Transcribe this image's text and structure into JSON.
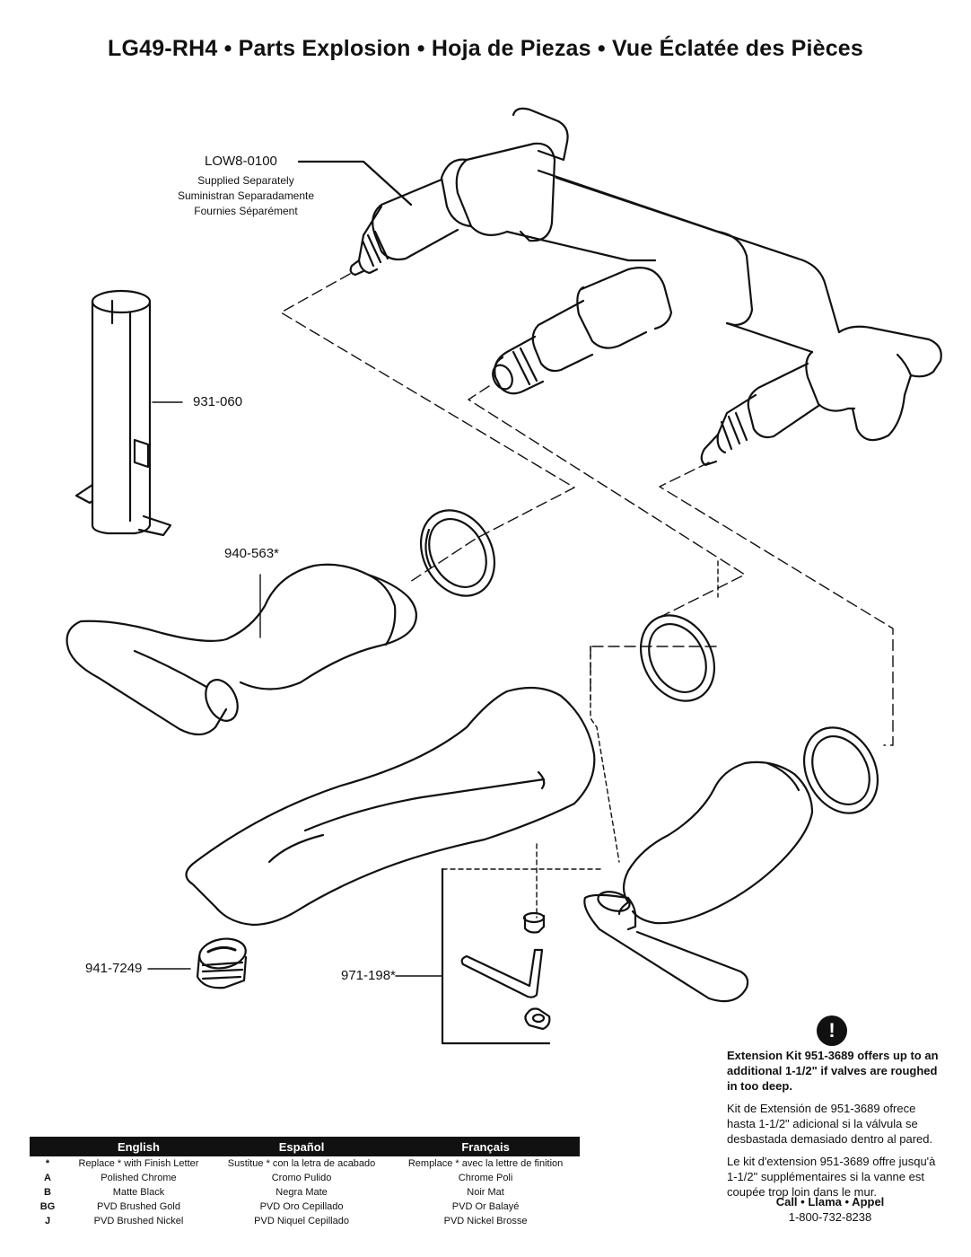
{
  "title": "LG49-RH4 • Parts Explosion • Hoja de Piezas • Vue Éclatée des Pièces",
  "labels": {
    "valve": {
      "part": "LOW8-0100",
      "supplied_en": "Supplied Separately",
      "supplied_es": "Suministran Separadamente",
      "supplied_fr": "Fournies Séparément"
    },
    "extension_tube": "931-060",
    "handle": "940-563*",
    "aerator": "941-7249",
    "setscrew_kit": "971-198*"
  },
  "warning": {
    "icon": "exclamation-icon",
    "bold_text": "Extension Kit 951-3689 offers up to an additional 1-1/2\" if valves are roughed in too deep.",
    "spanish": "Kit de Extensión de 951-3689 ofrece hasta 1-1/2\" adicional si la válvula se desbastada demasiado dentro al pared.",
    "french": "Le kit d'extension 951-3689 offre jusqu'à 1-1/2\" supplémentaires si la vanne est coupée trop loin dans le mur.",
    "call_label": "Call • Llama • Appel",
    "phone": "1-800-732-8238"
  },
  "finish_table": {
    "headers": [
      "",
      "English",
      "Español",
      "Français"
    ],
    "rows": [
      {
        "code": "*",
        "en": "Replace * with Finish Letter",
        "es": "Sustitue * con la letra de acabado",
        "fr": "Remplace * avec la lettre de finition"
      },
      {
        "code": "A",
        "en": "Polished Chrome",
        "es": "Cromo Pulido",
        "fr": "Chrome Poli"
      },
      {
        "code": "B",
        "en": "Matte Black",
        "es": "Negra Mate",
        "fr": "Noir Mat"
      },
      {
        "code": "BG",
        "en": "PVD Brushed Gold",
        "es": "PVD Oro Cepillado",
        "fr": "PVD Or Balayé"
      },
      {
        "code": "J",
        "en": "PVD Brushed Nickel",
        "es": "PVD Niquel Cepillado",
        "fr": "PVD Nickel Brosse"
      }
    ]
  }
}
